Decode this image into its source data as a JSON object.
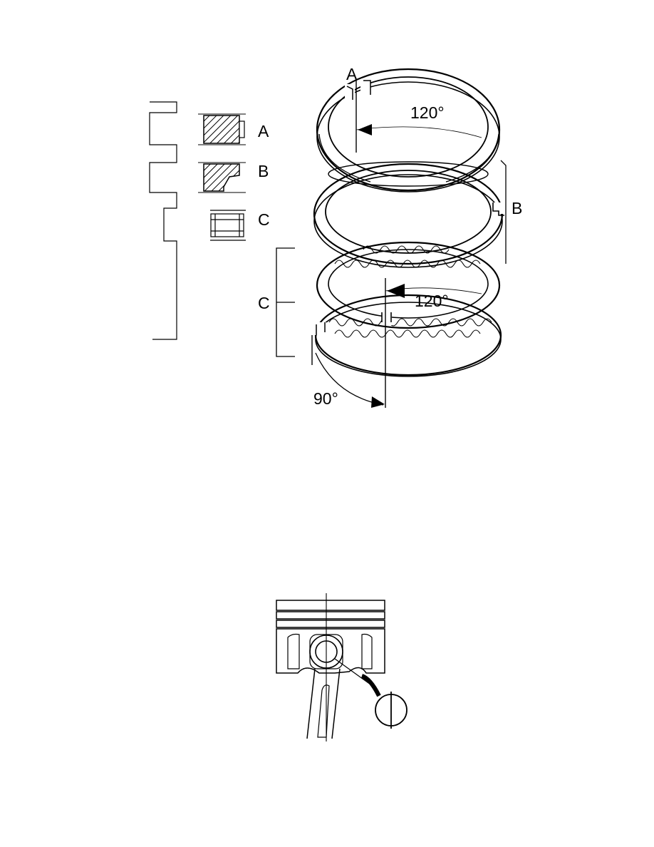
{
  "ring_diagram": {
    "profile_labels": {
      "a": "A",
      "b": "B",
      "c": "C"
    },
    "stack_labels": {
      "a": "A",
      "b": "B",
      "c": "C"
    },
    "angles": {
      "top_gap": "120°",
      "oil_gap": "120°",
      "bottom_gap": "90°"
    }
  },
  "colors": {
    "ink": "#000000",
    "paper": "#ffffff"
  },
  "piston_diagram": {
    "symbol": "circle-vertical-line-icon"
  }
}
